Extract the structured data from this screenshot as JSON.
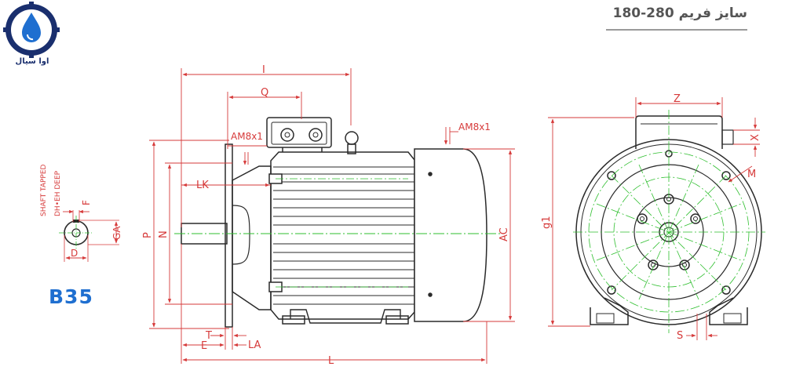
{
  "logo": {
    "text": "اوا سیال"
  },
  "header": {
    "title": "سایز فریم  280-180"
  },
  "model": "B35",
  "shaft_notes": {
    "line1": "SHAFT TAPPED",
    "line2": "DH•EH DEEP"
  },
  "colors": {
    "dimension": "#d63a3a",
    "centerline": "#2fbf2f",
    "outline": "#2a2a2a",
    "model": "#1f6fd0",
    "logo_blue": "#1a2f6e"
  },
  "dims": {
    "I": "I",
    "Q": "Q",
    "AM_top": "AM8x1",
    "AM_right": "AM8x1",
    "LK": "LK",
    "P": "P",
    "N": "N",
    "AC": "AC",
    "T": "T",
    "E": "E",
    "LA": "LA",
    "L": "L",
    "F": "F",
    "GA": "GA",
    "D": "D",
    "Z": "Z",
    "X": "X",
    "M": "M",
    "g1": "g1",
    "S": "S"
  }
}
